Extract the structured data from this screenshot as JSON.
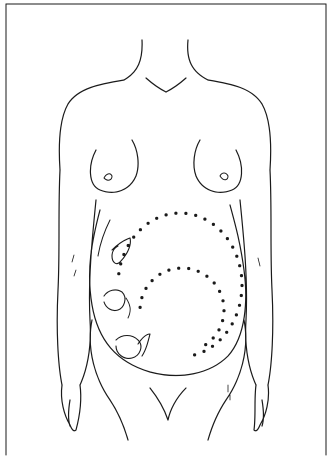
{
  "colors": {
    "background": "#ffffff",
    "line": "#1a1a1a",
    "dots": "#1a1a1a"
  },
  "illustration": {
    "subject": "pregnant-torso-fetal-position",
    "dotted_outlines": [
      "uterus-outline",
      "fetal-back-outline"
    ]
  }
}
